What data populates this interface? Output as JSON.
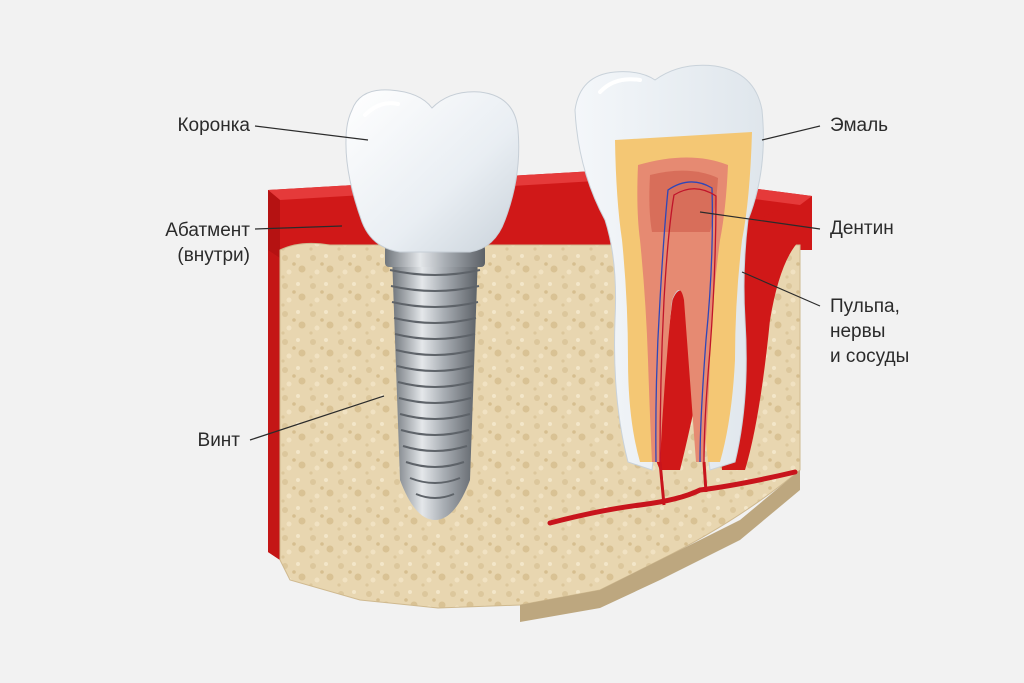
{
  "labels": {
    "crown": "Коронка",
    "abutment": [
      "Абатмент",
      "(внутри)"
    ],
    "screw": "Винт",
    "enamel": "Эмаль",
    "dentin": "Дентин",
    "pulp": [
      "Пульпа,",
      "нервы",
      "и сосуды"
    ]
  },
  "colors": {
    "background": "#f2f2f2",
    "gum": "#d91e1e",
    "bone": "#e6d3ad",
    "enamel": "#eef3f7",
    "dentin": "#f2c879",
    "pulp": "#e98e78",
    "titanium": "#a8adb3",
    "leader_line": "#2b2b2b"
  }
}
